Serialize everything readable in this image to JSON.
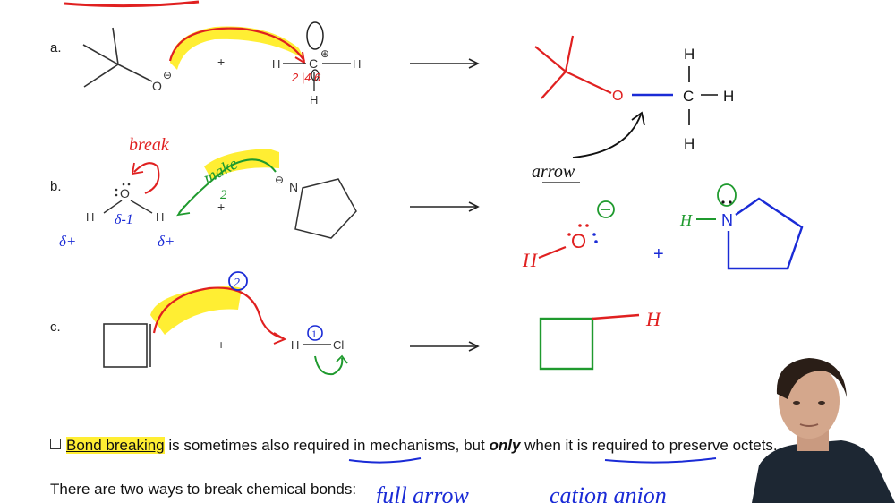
{
  "labels": {
    "a": "a.",
    "b": "b.",
    "c": "c."
  },
  "atoms": {
    "O": "O",
    "C": "C",
    "H": "H",
    "N": "N",
    "Cl": "Cl",
    "minus": "⊖",
    "plus_circle": "⊕",
    "plus": "+"
  },
  "annotations": {
    "nums_a": "2 |4 6",
    "break": "break",
    "make": "make",
    "two": "2",
    "delta_minus": "δ-1",
    "delta_plus": "δ+",
    "arrow_word": "arrow",
    "circled_2": "2",
    "circled_1": "1",
    "full_arrow": "full arrow",
    "cation_anion": "cation  anion"
  },
  "text": {
    "bond_breaking": "Bond breaking",
    "sentence_mid": " is sometimes also required in mechanisms, but ",
    "only": "only",
    "sentence_end": " when it is required to preserve octets.",
    "two_ways": "There are two ways to break chemical bonds:"
  },
  "colors": {
    "highlight": "#ffee33",
    "red": "#e02020",
    "blue": "#1a2bd6",
    "green": "#1f9a2e",
    "ink": "#111111",
    "gray": "#333333"
  },
  "presenter": {
    "present": true
  }
}
